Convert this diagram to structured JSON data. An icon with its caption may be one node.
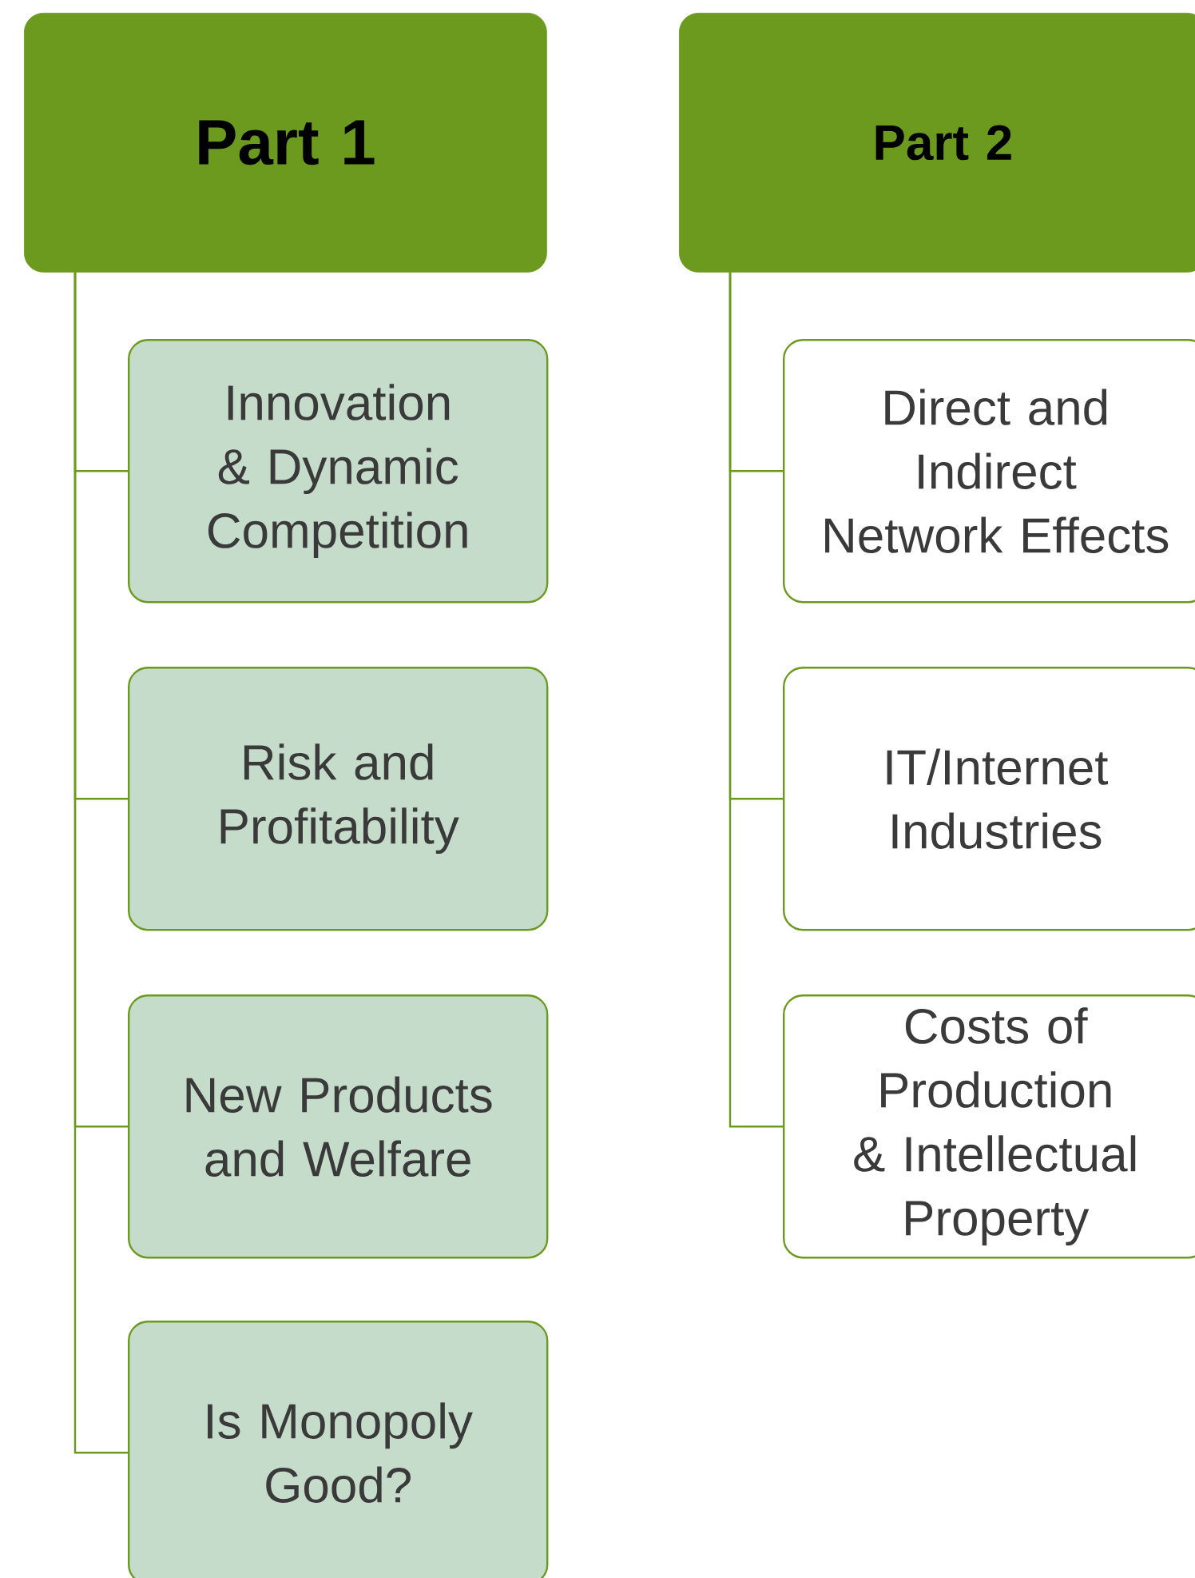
{
  "diagram": {
    "nodes": [
      {
        "text": [
          "Part 1"
        ]
      },
      {
        "text": [
          "Innovation & Dynamic Competition"
        ]
      },
      {
        "text": [
          "Risk and Profitability"
        ]
      },
      {
        "text": [
          "New Products and Welfare"
        ]
      },
      {
        "text": [
          "Is Monopoly Good?"
        ]
      },
      {
        "text": [
          "Part 2"
        ]
      },
      {
        "text": [
          "Direct and Indirect Network Effects"
        ]
      },
      {
        "text": [
          "IT/Internet Industries"
        ]
      },
      {
        "text": [
          "Costs of Production & Intellectual Property"
        ]
      }
    ],
    "edges": [
      {
        "from": 0,
        "to": 1,
        "arrow": "none"
      },
      {
        "from": 0,
        "to": 2,
        "arrow": "none"
      },
      {
        "from": 0,
        "to": 3,
        "arrow": "none"
      },
      {
        "from": 0,
        "to": 4,
        "arrow": "none"
      },
      {
        "from": 5,
        "to": 6,
        "arrow": "none"
      },
      {
        "from": 5,
        "to": 7,
        "arrow": "none"
      },
      {
        "from": 5,
        "to": 8,
        "arrow": "none"
      }
    ]
  }
}
